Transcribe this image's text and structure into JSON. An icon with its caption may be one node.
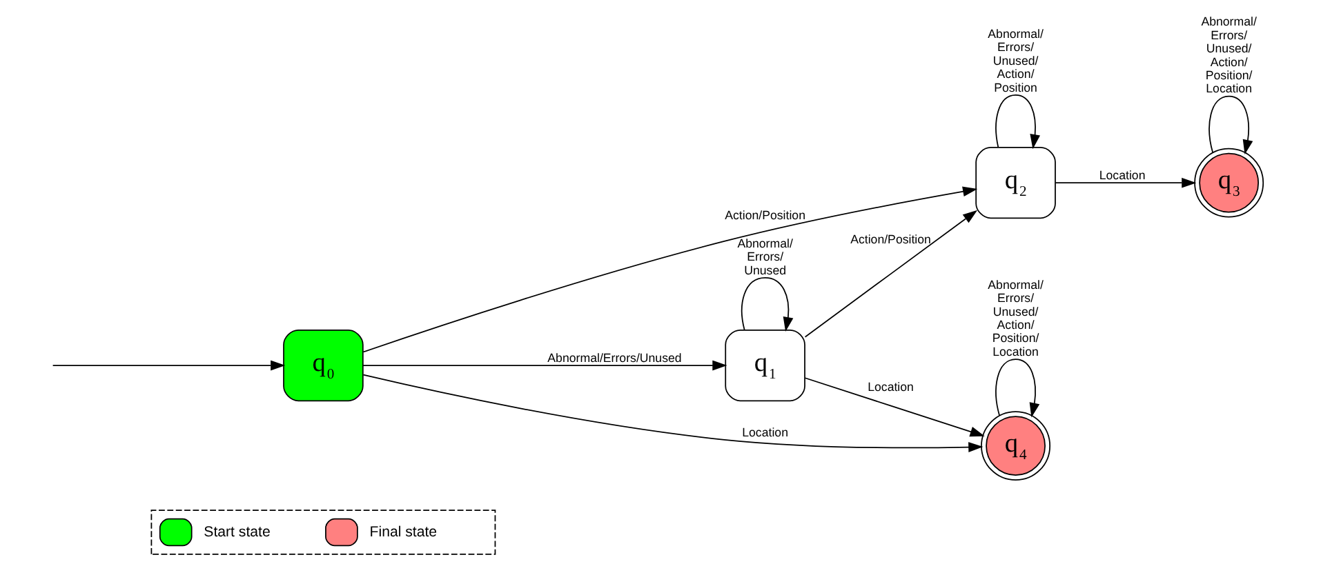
{
  "diagram": {
    "nodes": [
      {
        "text": [
          "q$_{0}$"
        ]
      },
      {
        "text": [
          "q$_{1}$"
        ]
      },
      {
        "text": [
          "q$_{2}$"
        ]
      },
      {
        "text": [
          "q$_{3}$"
        ]
      },
      {
        "text": [
          "q$_{4}$"
        ]
      }
    ],
    "edges": [
      {
        "from": null,
        "to": 0,
        "arrow": "to"
      },
      {
        "from": 0,
        "to": 1,
        "arrow": "to",
        "label": "Abnormal/Errors/Unused"
      },
      {
        "from": 1,
        "to": 1,
        "arrow": "to",
        "label": "Abnormal/ Errors/ Unused"
      },
      {
        "from": 1,
        "to": 2,
        "arrow": "to",
        "label": "Action/Position"
      },
      {
        "from": 2,
        "to": 2,
        "arrow": "to",
        "label": "Abnormal/ Errors/ Unused/ Action/ Position"
      },
      {
        "from": 2,
        "to": 3,
        "arrow": "to",
        "label": "Location"
      },
      {
        "from": 3,
        "to": 3,
        "arrow": "to",
        "label": "Abnormal/ Errors/ Unused/ Action/ Position/ Location"
      },
      {
        "from": 0,
        "to": 2,
        "arrow": "to",
        "label": "Action/Position"
      },
      {
        "from": 1,
        "to": 4,
        "arrow": "to",
        "label": "Location"
      },
      {
        "from": 0,
        "to": 4,
        "arrow": "to",
        "label": "Location"
      },
      {
        "from": 4,
        "to": 4,
        "arrow": "to",
        "label": "Abnormal/ Errors/ Unused/ Action/ Position/ Location"
      }
    ],
    "legend": [
      {
        "text": "Start state",
        "color": "#00ff00"
      },
      {
        "text": "Final state",
        "color": "#ff8080"
      }
    ]
  }
}
